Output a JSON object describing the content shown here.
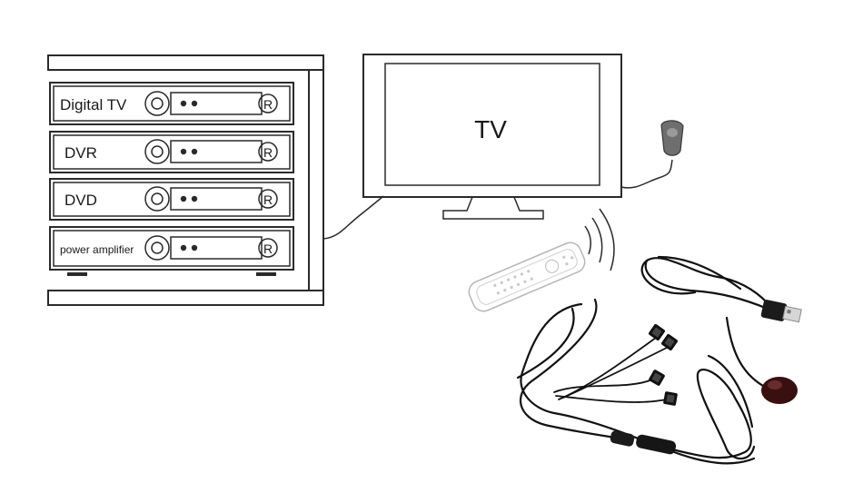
{
  "cabinet": {
    "units": [
      {
        "label": "Digital TV"
      },
      {
        "label": "DVR"
      },
      {
        "label": "DVD"
      },
      {
        "label": "power amplifier"
      }
    ],
    "button_letter": "R"
  },
  "tv": {
    "label": "TV"
  },
  "colors": {
    "line": "#2a2a2a",
    "cable": "#111111",
    "receiver": "#6e6e6e",
    "ir_eye": "#3a0f0f",
    "usb": "#1b1b1b"
  }
}
